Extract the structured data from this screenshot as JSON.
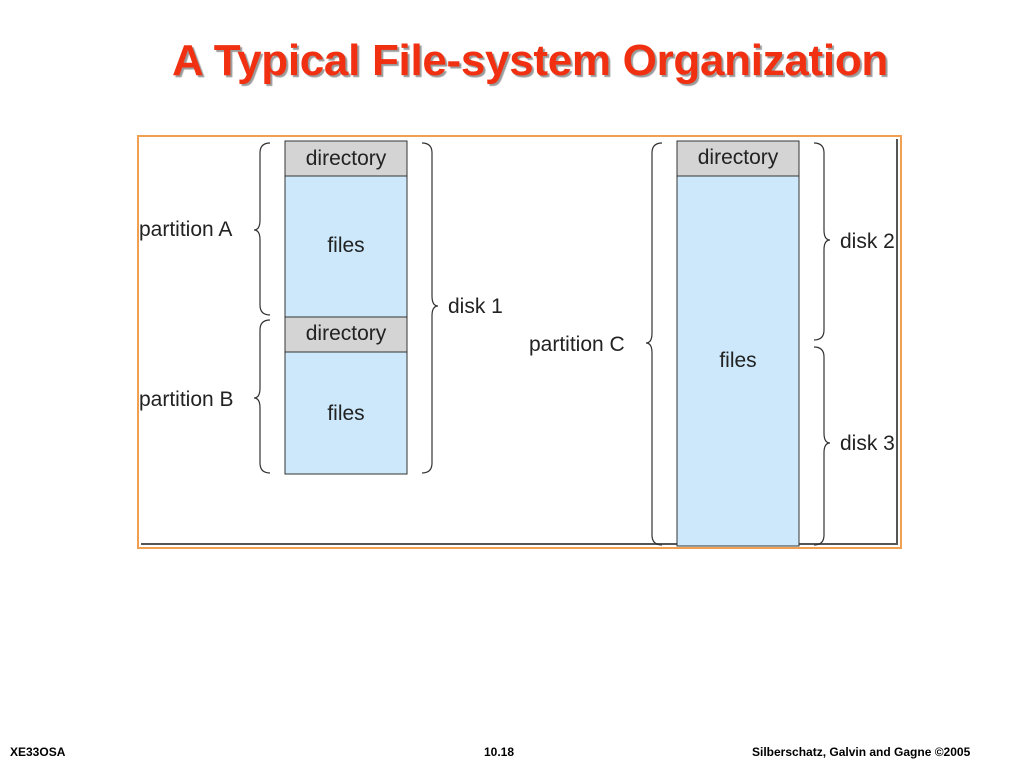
{
  "slide": {
    "title": "A Typical File-system Organization",
    "footer_left": "XE33OSA",
    "footer_center": "10.18",
    "footer_right": "Silberschatz, Galvin and Gagne ©2005"
  },
  "diagram": {
    "disk1": {
      "partition_a": {
        "directory": "directory",
        "files": "files",
        "label": "partition A"
      },
      "partition_b": {
        "directory": "directory",
        "files": "files",
        "label": "partition B"
      },
      "label": "disk 1"
    },
    "partition_c": {
      "directory": "directory",
      "files": "files",
      "label": "partition C"
    },
    "disk2_label": "disk 2",
    "disk3_label": "disk 3",
    "colors": {
      "directory_fill": "#d4d4d4",
      "files_fill": "#cce8fa",
      "frame": "#f0a050",
      "title": "#f03010"
    }
  }
}
